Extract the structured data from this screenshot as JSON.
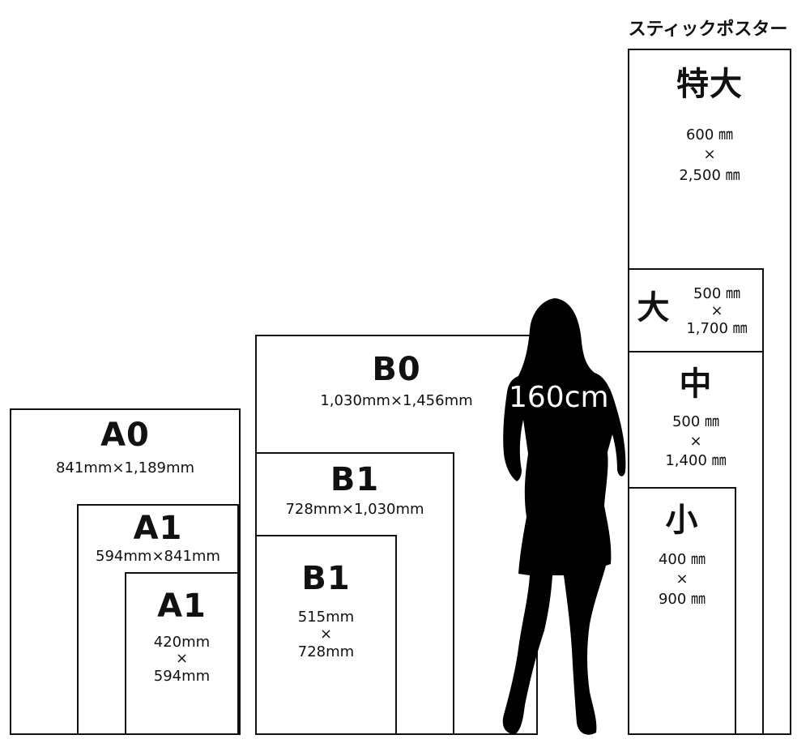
{
  "stick_poster_title": "スティックポスター",
  "a_series": {
    "a0": {
      "name": "A0",
      "size": "841mm×1,189mm"
    },
    "a1": {
      "name": "A1",
      "size": "594mm×841mm"
    },
    "a1b": {
      "name": "A1",
      "size_w": "420mm",
      "times": "×",
      "size_h": "594mm"
    }
  },
  "b_series": {
    "b0": {
      "name": "B0",
      "size": "1,030mm×1,456mm"
    },
    "b1": {
      "name": "B1",
      "size": "728mm×1,030mm"
    },
    "b1b": {
      "name": "B1",
      "size_w": "515mm",
      "times": "×",
      "size_h": "728mm"
    }
  },
  "person": {
    "height": "160cm"
  },
  "stick": {
    "xl": {
      "name": "特大",
      "w": "600 ㎜",
      "times": "×",
      "h": "2,500 ㎜"
    },
    "l": {
      "name": "大",
      "w": "500 ㎜",
      "times": "×",
      "h": "1,700 ㎜"
    },
    "m": {
      "name": "中",
      "w": "500 ㎜",
      "times": "×",
      "h": "1,400 ㎜"
    },
    "s": {
      "name": "小",
      "w": "400 ㎜",
      "times": "×",
      "h": "900 ㎜"
    }
  }
}
